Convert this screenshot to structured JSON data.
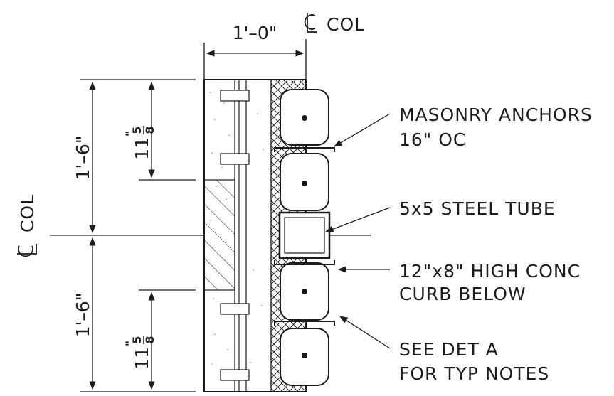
{
  "drawing": {
    "top_dimension": {
      "label": "1'–0\"",
      "centerline_label": "COL"
    },
    "left_dimensions": {
      "outer_upper": "1'–6\"",
      "outer_lower": "1'–6\"",
      "inner_upper_whole": "11",
      "inner_upper_num": "5",
      "inner_upper_den": "8",
      "inner_upper_inch": "\"",
      "inner_lower_whole": "11",
      "inner_lower_num": "5",
      "inner_lower_den": "8",
      "inner_lower_inch": "\""
    },
    "centerline_left_label": "COL",
    "notes": [
      {
        "line1": "MASONRY ANCHORS",
        "line2": "16\" OC"
      },
      {
        "line1": "5x5 STEEL TUBE",
        "line2": ""
      },
      {
        "line1": "12\"x8\" HIGH CONC",
        "line2": "CURB BELOW"
      },
      {
        "line1": "SEE DET A",
        "line2": "FOR TYP NOTES"
      }
    ],
    "colors": {
      "ink": "#1c1c1c",
      "paper": "#ffffff"
    }
  }
}
